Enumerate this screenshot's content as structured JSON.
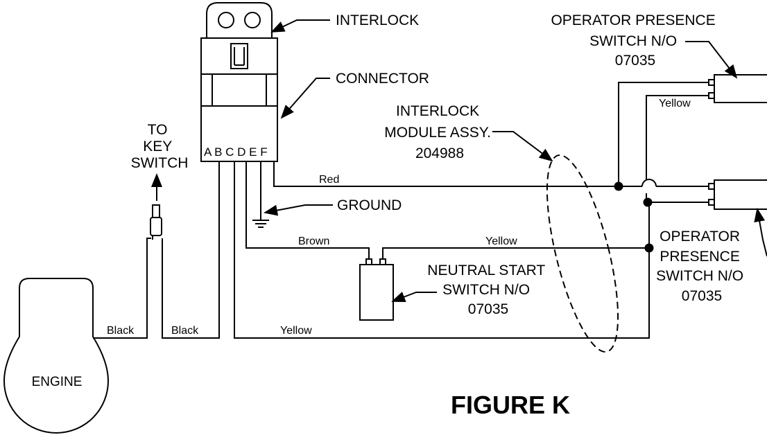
{
  "labels": {
    "interlock": "INTERLOCK",
    "connector": "CONNECTOR",
    "to_key_switch": [
      "TO",
      "KEY",
      "SWITCH"
    ],
    "interlock_module": [
      "INTERLOCK",
      "MODULE ASSY.",
      "204988"
    ],
    "ground": "GROUND",
    "op_switch_top": [
      "OPERATOR PRESENCE",
      "SWITCH N/O",
      "07035"
    ],
    "op_switch_bottom": [
      "OPERATOR",
      "PRESENCE",
      "SWITCH N/O",
      "07035"
    ],
    "neutral_switch": [
      "NEUTRAL START",
      "SWITCH N/O",
      "07035"
    ],
    "engine": "ENGINE",
    "figure": "FIGURE K",
    "pins": "A B C D E F"
  },
  "wires": {
    "red": "Red",
    "brown": "Brown",
    "yellow_neutral": "Yellow",
    "yellow_bottom": "Yellow",
    "yellow_top": "Yellow",
    "black_engine": "Black",
    "black_connector": "Black"
  }
}
